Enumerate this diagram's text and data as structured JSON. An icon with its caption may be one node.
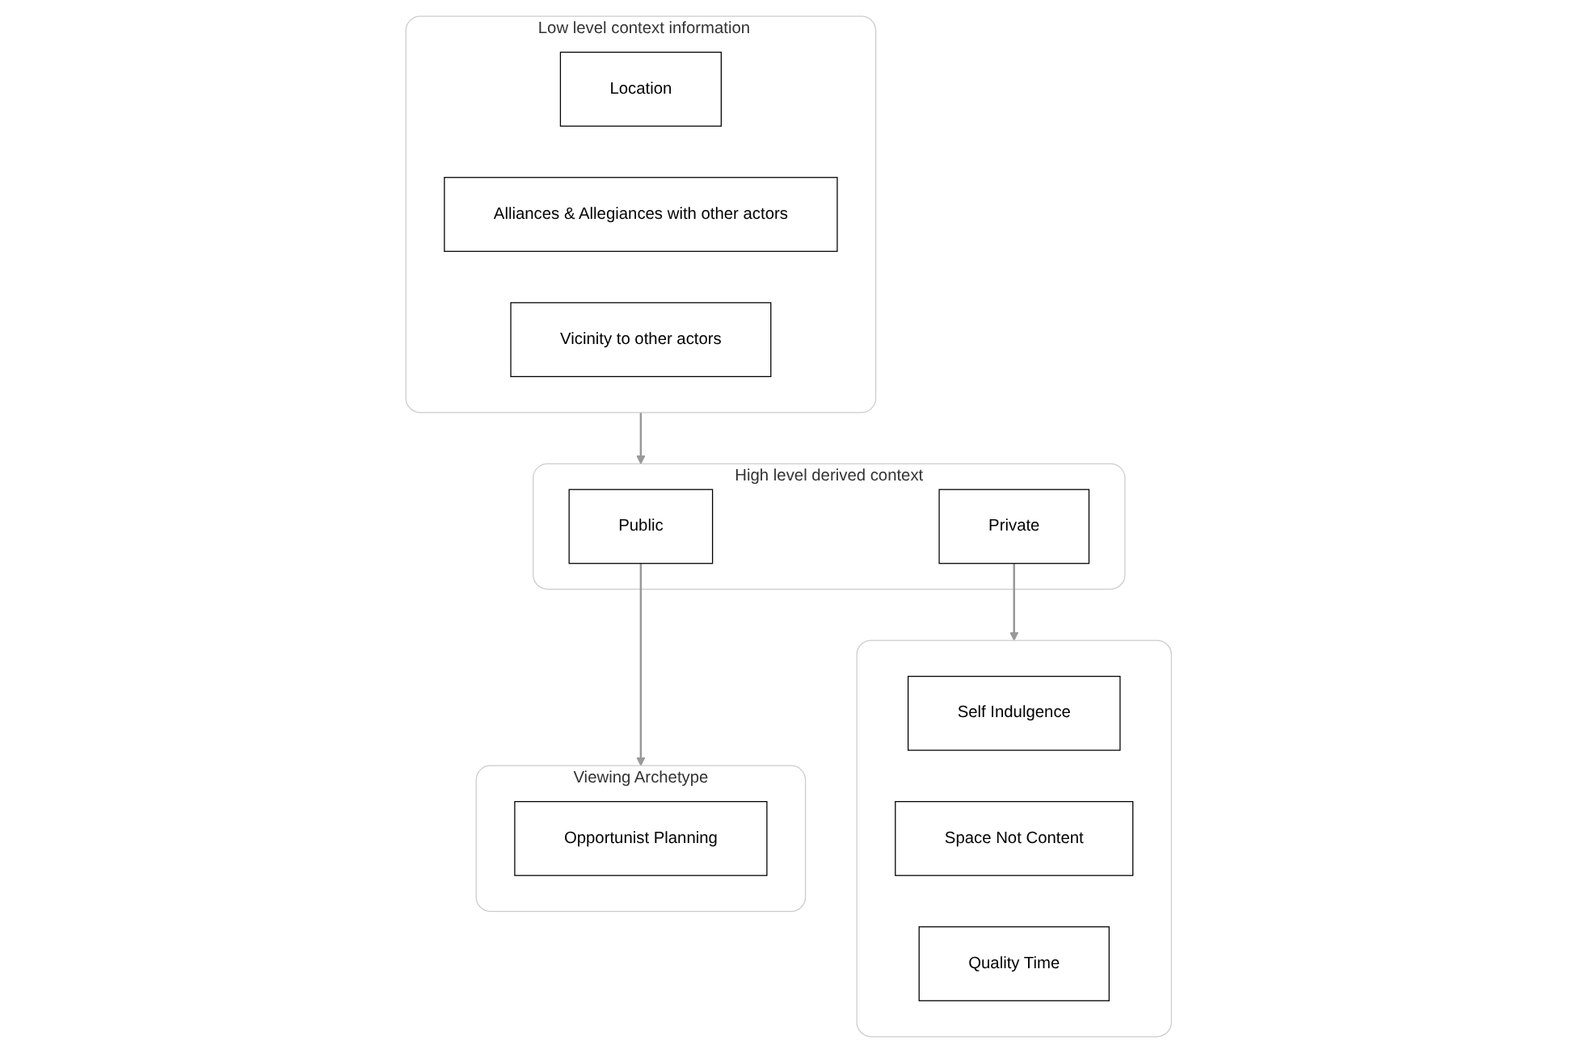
{
  "diagram": {
    "nodes": [
      {
        "text": [
          "Low level context information"
        ]
      },
      {
        "text": [
          "Location"
        ],
        "in": 0
      },
      {
        "text": [
          "Alliances & Allegiances with other actors"
        ],
        "in": 0
      },
      {
        "text": [
          "Vicinity to other actors"
        ],
        "in": 0
      },
      {
        "text": [
          "High level derived context"
        ]
      },
      {
        "text": [
          "Public"
        ],
        "in": 4
      },
      {
        "text": [
          "Private"
        ],
        "in": 4
      },
      {
        "text": [
          "Viewing Archetype"
        ]
      },
      {
        "text": [
          "Opportunist Planning"
        ],
        "in": 7
      },
      {
        "text": [],
        "shape": "box"
      },
      {
        "text": [
          "Self Indulgence"
        ],
        "in": 9
      },
      {
        "text": [
          "Space Not Content"
        ],
        "in": 9
      },
      {
        "text": [
          "Quality Time"
        ],
        "in": 9
      }
    ],
    "edges": [
      {
        "from": 0,
        "to": 4,
        "arrow": "to"
      },
      {
        "from": 5,
        "to": 7,
        "arrow": "to"
      },
      {
        "from": 6,
        "to": 9,
        "arrow": "to"
      }
    ]
  }
}
